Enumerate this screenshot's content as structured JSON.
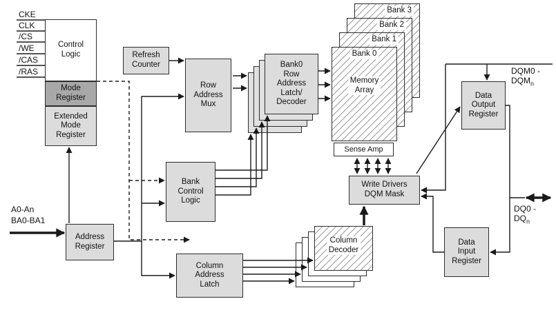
{
  "signals": [
    "CKE",
    "CLK",
    "/CS",
    "/WE",
    "/CAS",
    "/RAS"
  ],
  "address_bus": {
    "line1": "A0-An",
    "line2": "BA0-BA1"
  },
  "boxes": {
    "control_logic": "Control\nLogic",
    "mode_register": "Mode\nRegister",
    "extended_mode_register": "Extended\nMode\nRegister",
    "refresh_counter": "Refresh\nCounter",
    "row_address_mux": "Row\nAddress\nMux",
    "bank_control_logic": "Bank\nControl\nLogic",
    "address_register": "Address\nRegister",
    "column_address_latch": "Column\nAddress\nLatch",
    "bank0_row_latch": "Bank0\nRow\nAddress\nLatch/\nDecoder",
    "memory_array": "Memory\nArray",
    "sense_amp": "Sense Amp",
    "write_drivers": "Write Drivers\nDQM Mask",
    "column_decoder": "Column\nDecoder",
    "data_output_register": "Data\nOutput\nRegister",
    "data_input_register": "Data\nInput\nRegister"
  },
  "banks": {
    "bank3": "Bank 3",
    "bank2": "Bank 2",
    "bank1": "Bank 1",
    "bank0": "Bank 0"
  },
  "bus_labels": {
    "dqm_line1": "DQM0 -",
    "dqm_base": "DQM",
    "dqm_sub": "n",
    "dq_line1": "DQ0 -",
    "dq_base": "DQ",
    "dq_sub": "n"
  },
  "colors": {
    "box_fill": "#dcdcdc",
    "mode_fill": "#a8a8a8",
    "line": "#1a1a1a"
  }
}
